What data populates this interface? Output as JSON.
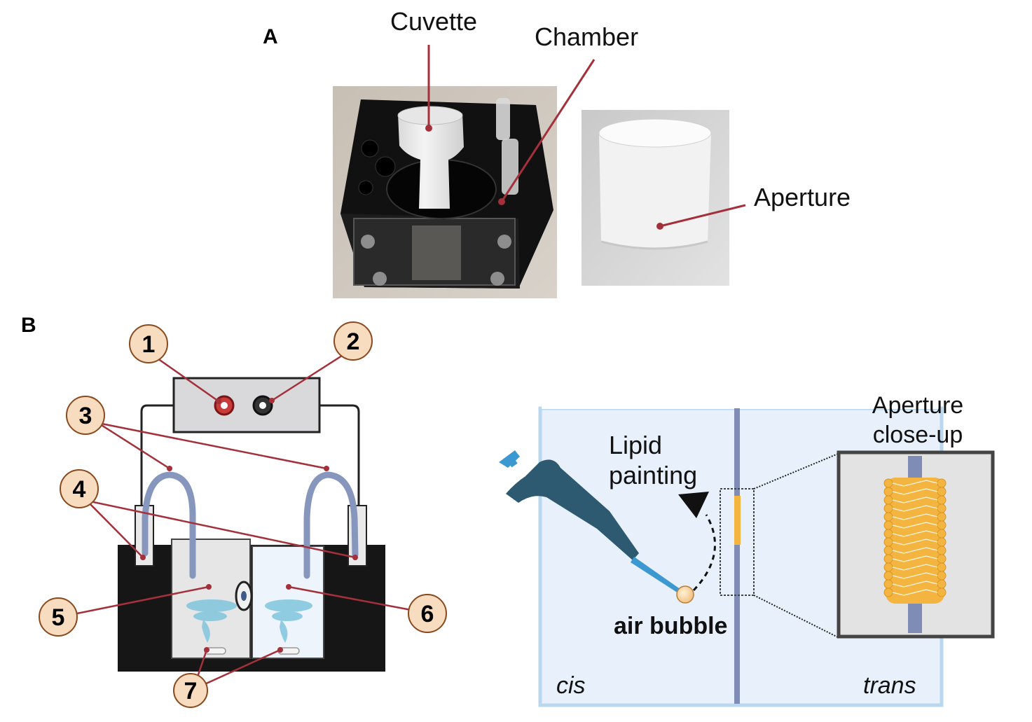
{
  "panel_a": {
    "letter": "A",
    "labels": {
      "cuvette": "Cuvette",
      "chamber": "Chamber",
      "aperture": "Aperture"
    }
  },
  "panel_b": {
    "letter": "B",
    "numbers": [
      "1",
      "2",
      "3",
      "4",
      "5",
      "6",
      "7"
    ],
    "right": {
      "lipid_painting_line1": "Lipid",
      "lipid_painting_line2": "painting",
      "aperture_closeup_line1": "Aperture",
      "aperture_closeup_line2": "close-up",
      "air_bubble": "air bubble",
      "cis": "cis",
      "trans": "trans"
    }
  },
  "colors": {
    "leader_line": "#a3303a",
    "circle_fill": "#f7dcbf",
    "circle_stroke": "#8a4a1d",
    "tubing": "#8796bc",
    "chamber_fill": "#e8f1fb",
    "chamber_border": "#b9d8ef",
    "membrane": "#7f8db6",
    "lipid": "#f3b53f",
    "pipette": "#2d5a70",
    "pipette_tip": "#3b98d1"
  }
}
